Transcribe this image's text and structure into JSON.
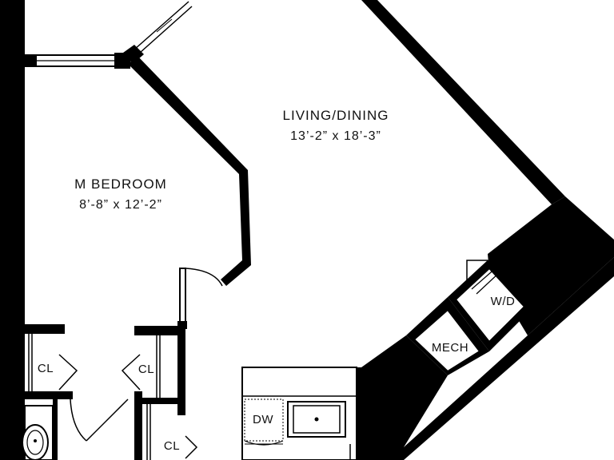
{
  "colors": {
    "wall": "#000000",
    "fixture": "#111111",
    "background": "#ffffff"
  },
  "rooms": {
    "living": {
      "name": "LIVING/DINING",
      "dims": "13’-2” x 18’-3”"
    },
    "bedroom": {
      "name": "M BEDROOM",
      "dims": "8’-8” x 12’-2”"
    }
  },
  "labels": {
    "closet_left": "CL",
    "closet_mid": "CL",
    "closet_bottom": "CL",
    "dishwasher": "DW",
    "mech": "MECH",
    "washer_dryer": "W/D"
  }
}
